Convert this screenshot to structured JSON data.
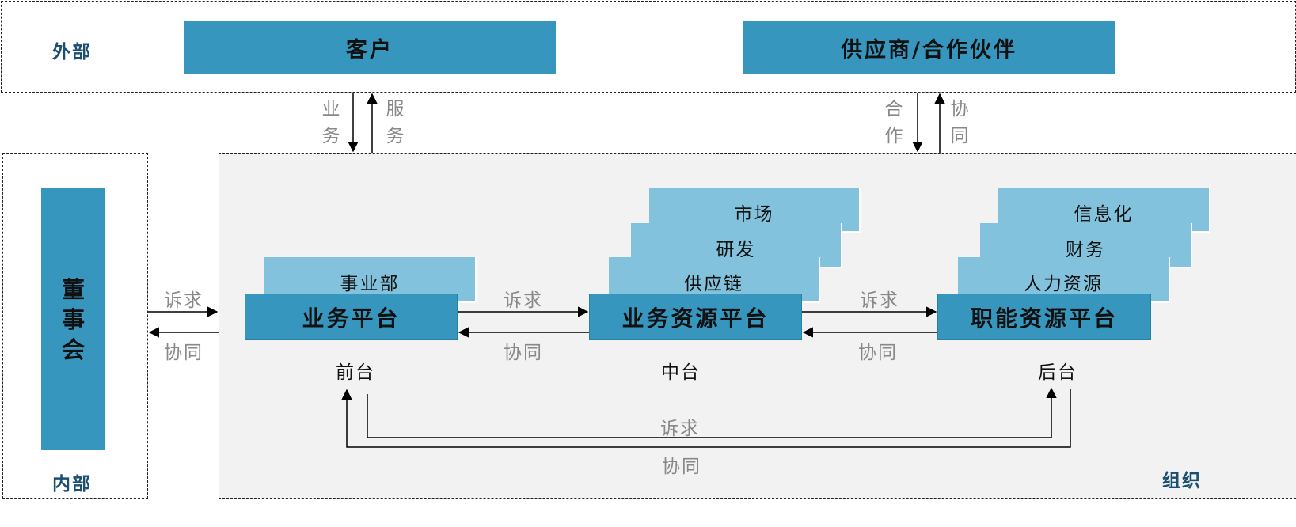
{
  "external": {
    "label": "外部",
    "customer": "客户",
    "supplier": "供应商/合作伙伴",
    "customer_arrows": {
      "down": [
        "业",
        "务"
      ],
      "up": [
        "服",
        "务"
      ]
    },
    "supplier_arrows": {
      "down": [
        "合",
        "作"
      ],
      "up": [
        "协",
        "同"
      ]
    }
  },
  "internal": {
    "label": "内部",
    "board": [
      "董",
      "事",
      "会"
    ],
    "request": "诉求",
    "collab": "协同"
  },
  "organization": {
    "label": "组织",
    "front": {
      "platform": "业务平台",
      "stack": [
        "事业部"
      ],
      "tier": "前台"
    },
    "middle": {
      "platform": "业务资源平台",
      "stack": [
        "市场",
        "研发",
        "供应链"
      ],
      "tier": "中台"
    },
    "back": {
      "platform": "职能资源平台",
      "stack": [
        "信息化",
        "财务",
        "人力资源"
      ],
      "tier": "后台"
    },
    "front_middle": {
      "request": "诉求",
      "collab": "协同"
    },
    "middle_back": {
      "request": "诉求",
      "collab": "协同"
    },
    "front_back": {
      "request": "诉求",
      "collab": "协同"
    }
  },
  "colors": {
    "dark_box": "#3796bd",
    "light_box": "#82c2dc",
    "org_background": "#f2f2f2",
    "label_dark": "#1b4f72",
    "label_gray": "#888888"
  }
}
